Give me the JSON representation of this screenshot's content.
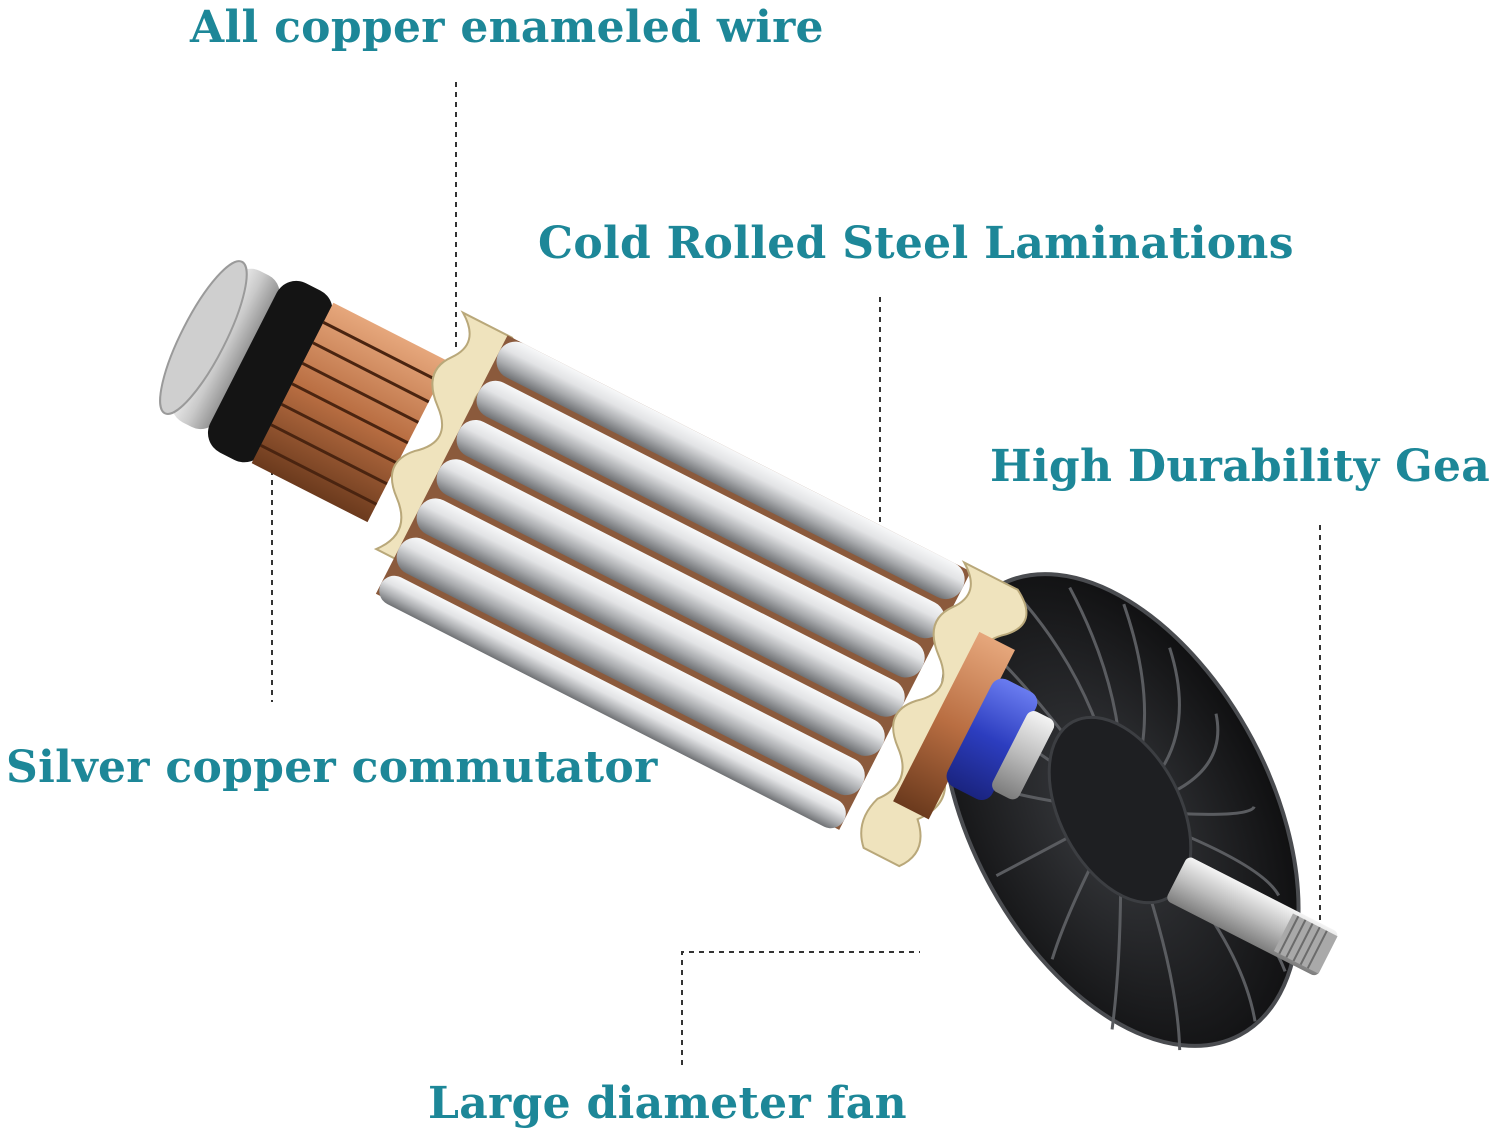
{
  "labels": {
    "wire": "All copper enameled wire",
    "laminations": "Cold Rolled Steel Laminations",
    "gear": "High Durability Gear",
    "commutator": "Silver copper commutator",
    "fan": "Large diameter fan"
  },
  "colors": {
    "label_text": "#1d8798",
    "leader_line": "#333333",
    "copper": "#c27a4e",
    "steel": "#d9dadc",
    "insulator": "#efe3bd",
    "fan_body": "#1b1c1e",
    "bearing_blue": "#3344c8",
    "background": "#ffffff"
  }
}
